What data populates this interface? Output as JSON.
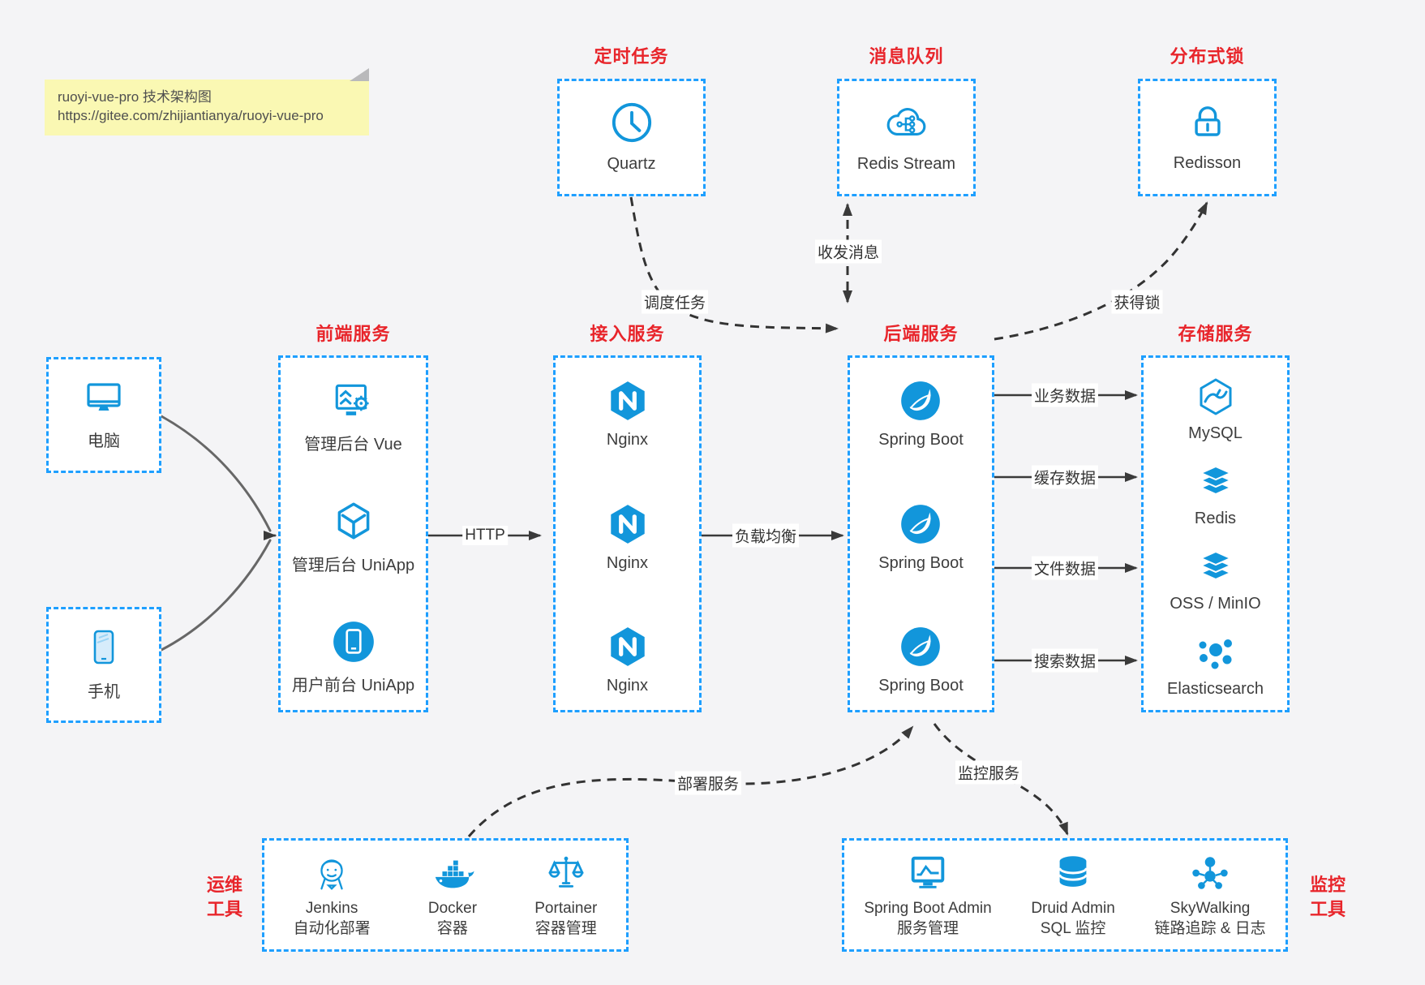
{
  "note": {
    "line1": "ruoyi-vue-pro 技术架构图",
    "line2": "https://gitee.com/zhijiantianya/ruoyi-vue-pro"
  },
  "colors": {
    "accent_blue": "#1296db",
    "box_border_blue": "#1e9fff",
    "title_red": "#e8252b",
    "note_yellow": "#faf8b3",
    "arrow_dark": "#3a3a3a",
    "page_bg": "#f4f4f6"
  },
  "top_groups": [
    {
      "title": "定时任务",
      "item": {
        "icon": "clock-icon",
        "label": "Quartz"
      }
    },
    {
      "title": "消息队列",
      "item": {
        "icon": "mq-cloud-icon",
        "label": "Redis Stream"
      }
    },
    {
      "title": "分布式锁",
      "item": {
        "icon": "lock-icon",
        "label": "Redisson"
      }
    }
  ],
  "clients": [
    {
      "icon": "desktop-icon",
      "label": "电脑"
    },
    {
      "icon": "mobile-icon",
      "label": "手机"
    }
  ],
  "columns": [
    {
      "title": "前端服务",
      "items": [
        {
          "icon": "admin-vue-icon",
          "label": "管理后台 Vue"
        },
        {
          "icon": "uniapp-cube-icon",
          "label": "管理后台 UniApp"
        },
        {
          "icon": "user-uniapp-icon",
          "label": "用户前台 UniApp"
        }
      ]
    },
    {
      "title": "接入服务",
      "items": [
        {
          "icon": "nginx-icon",
          "label": "Nginx"
        },
        {
          "icon": "nginx-icon",
          "label": "Nginx"
        },
        {
          "icon": "nginx-icon",
          "label": "Nginx"
        }
      ]
    },
    {
      "title": "后端服务",
      "items": [
        {
          "icon": "spring-boot-icon",
          "label": "Spring Boot"
        },
        {
          "icon": "spring-boot-icon",
          "label": "Spring Boot"
        },
        {
          "icon": "spring-boot-icon",
          "label": "Spring Boot"
        }
      ]
    },
    {
      "title": "存储服务",
      "items": [
        {
          "icon": "mysql-icon",
          "label": "MySQL"
        },
        {
          "icon": "redis-icon",
          "label": "Redis"
        },
        {
          "icon": "oss-icon",
          "label": "OSS / MinIO"
        },
        {
          "icon": "elasticsearch-icon",
          "label": "Elasticsearch"
        }
      ]
    }
  ],
  "edges": {
    "http": "HTTP",
    "load_balance": "负载均衡",
    "schedule": "调度任务",
    "message": "收发消息",
    "lock": "获得锁",
    "business_data": "业务数据",
    "cache_data": "缓存数据",
    "file_data": "文件数据",
    "search_data": "搜索数据",
    "deploy": "部署服务",
    "monitor": "监控服务"
  },
  "bottom_groups": [
    {
      "side_label": {
        "line1": "运维",
        "line2": "工具"
      },
      "items": [
        {
          "icon": "jenkins-icon",
          "name": "Jenkins",
          "desc": "自动化部署"
        },
        {
          "icon": "docker-icon",
          "name": "Docker",
          "desc": "容器"
        },
        {
          "icon": "portainer-icon",
          "name": "Portainer",
          "desc": "容器管理"
        }
      ]
    },
    {
      "side_label": {
        "line1": "监控",
        "line2": "工具"
      },
      "items": [
        {
          "icon": "spring-boot-admin-icon",
          "name": "Spring Boot Admin",
          "desc": "服务管理"
        },
        {
          "icon": "druid-icon",
          "name": "Druid Admin",
          "desc": "SQL 监控"
        },
        {
          "icon": "skywalking-icon",
          "name": "SkyWalking",
          "desc": "链路追踪 & 日志"
        }
      ]
    }
  ]
}
